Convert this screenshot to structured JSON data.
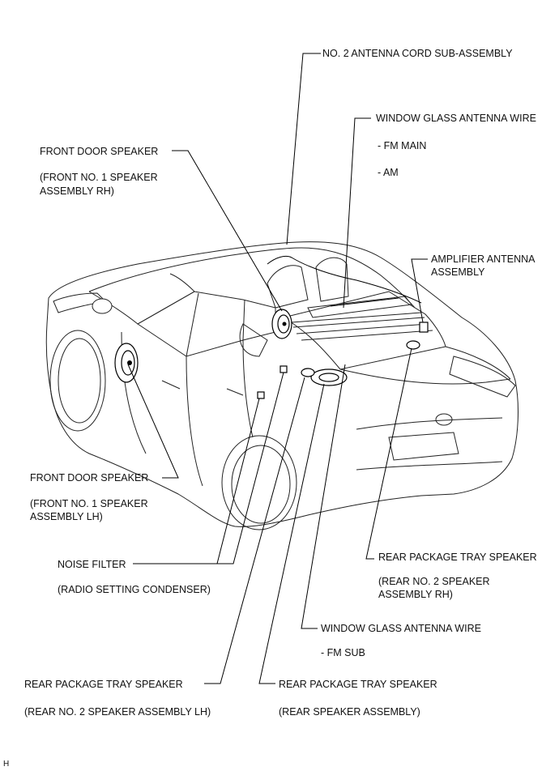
{
  "labels": {
    "antenna_cord": "NO. 2 ANTENNA CORD SUB-ASSEMBLY",
    "window_glass_antenna_wire": "WINDOW GLASS ANTENNA WIRE",
    "fm_main": "- FM MAIN",
    "am": "- AM",
    "front_door_speaker_rh": "FRONT DOOR SPEAKER",
    "front_door_speaker_rh_sub1": "(FRONT NO. 1 SPEAKER",
    "front_door_speaker_rh_sub2": "ASSEMBLY RH)",
    "amplifier_antenna_1": "AMPLIFIER ANTENNA",
    "amplifier_antenna_2": "ASSEMBLY",
    "front_door_speaker_lh": "FRONT DOOR SPEAKER",
    "front_door_speaker_lh_sub1": "(FRONT NO. 1 SPEAKER",
    "front_door_speaker_lh_sub2": "ASSEMBLY LH)",
    "noise_filter": "NOISE FILTER",
    "noise_filter_sub": "(RADIO SETTING CONDENSER)",
    "rear_tray_speaker_rh": "REAR PACKAGE TRAY SPEAKER",
    "rear_tray_speaker_rh_sub1": "(REAR NO. 2 SPEAKER",
    "rear_tray_speaker_rh_sub2": "ASSEMBLY RH)",
    "window_glass_antenna_wire_2": "WINDOW GLASS ANTENNA WIRE",
    "fm_sub": "- FM SUB",
    "rear_tray_speaker_lh": "REAR PACKAGE TRAY SPEAKER",
    "rear_tray_speaker_lh_sub": "(REAR NO. 2 SPEAKER ASSEMBLY LH)",
    "rear_tray_speaker_center": "REAR PACKAGE TRAY SPEAKER",
    "rear_tray_speaker_center_sub": "(REAR SPEAKER ASSEMBLY)",
    "corner_mark": "H"
  }
}
